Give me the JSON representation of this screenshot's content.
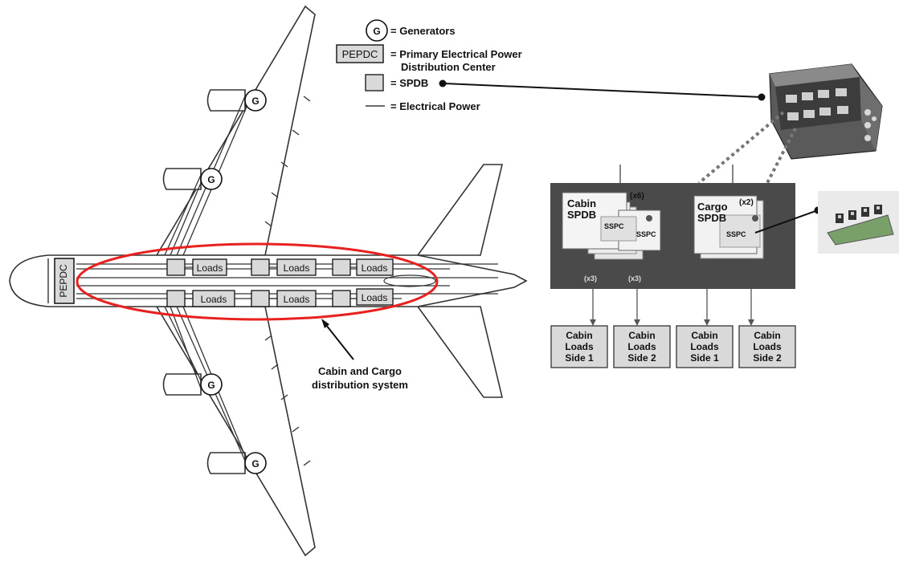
{
  "legend": {
    "generator_symbol": "G",
    "generator_text": "= Generators",
    "pepdc_symbol": "PEPDC",
    "pepdc_text_line1": "= Primary Electrical Power",
    "pepdc_text_line2": "Distribution Center",
    "spdb_text": "= SPDB",
    "power_text": "= Electrical Power"
  },
  "aircraft": {
    "generator_label": "G",
    "pepdc_label": "PEPDC",
    "load_label": "Loads",
    "callout_line1": "Cabin and Cargo",
    "callout_line2": "distribution system"
  },
  "spdb_panel": {
    "cabin_title_line1": "Cabin",
    "cabin_title_line2": "SPDB",
    "cabin_multiplier": "(x6)",
    "cargo_title_line1": "Cargo",
    "cargo_title_line2": "SPDB",
    "cargo_multiplier": "(x2)",
    "sspc_label": "SSPC",
    "output_multiplier": "(x3)",
    "load_boxes": [
      {
        "line1": "Cabin",
        "line2": "Loads",
        "line3": "Side 1"
      },
      {
        "line1": "Cabin",
        "line2": "Loads",
        "line3": "Side 2"
      },
      {
        "line1": "Cabin",
        "line2": "Loads",
        "line3": "Side 1"
      },
      {
        "line1": "Cabin",
        "line2": "Loads",
        "line3": "Side 2"
      }
    ]
  },
  "colors": {
    "highlight_ellipse": "#e8201f",
    "panel_dark": "#4a4a4a",
    "box_fill": "#d9d9d9"
  }
}
